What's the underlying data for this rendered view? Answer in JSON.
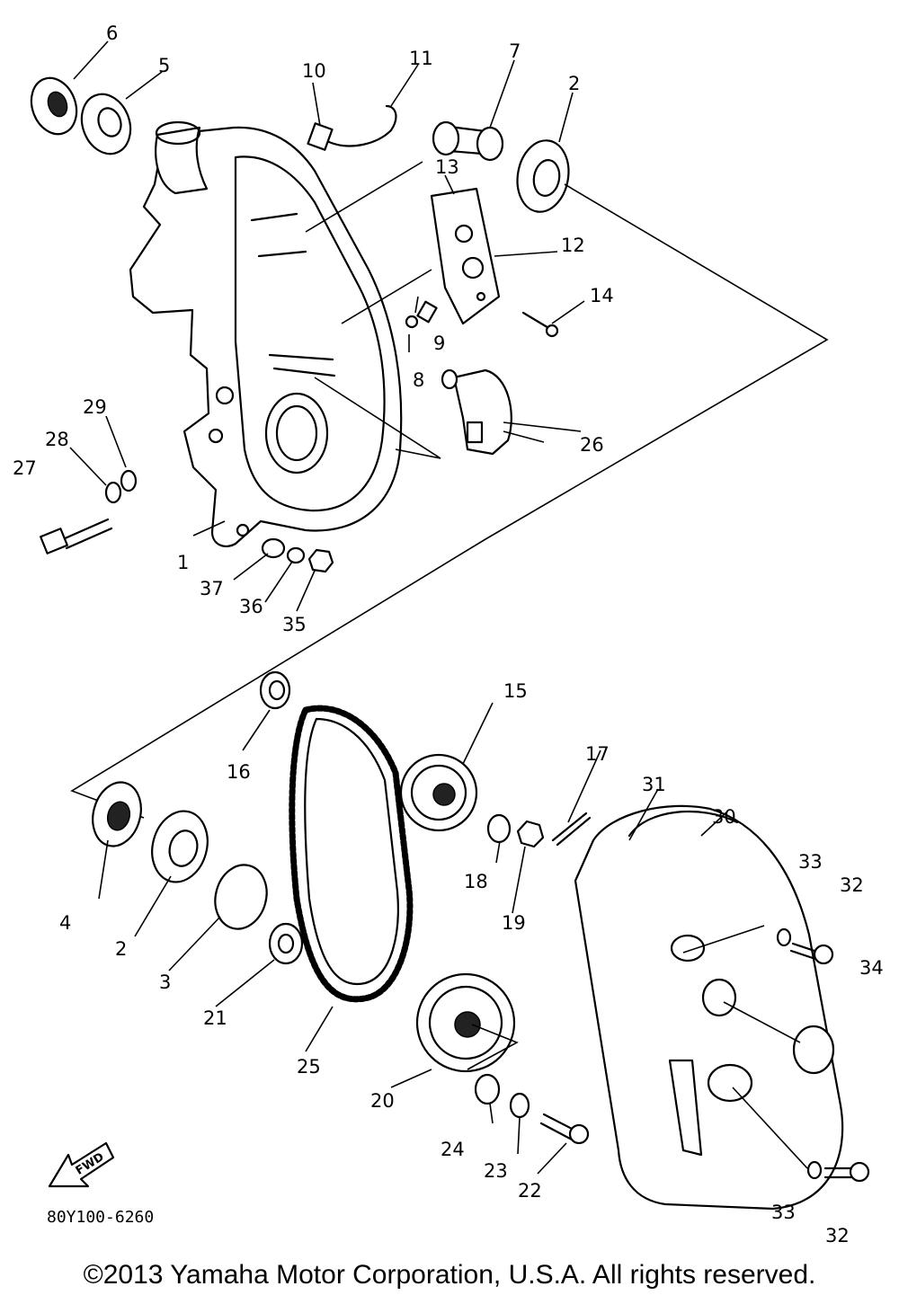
{
  "callouts": [
    "1",
    "2",
    "3",
    "4",
    "5",
    "6",
    "7",
    "8",
    "9",
    "10",
    "11",
    "12",
    "13",
    "14",
    "15",
    "16",
    "17",
    "18",
    "19",
    "20",
    "21",
    "22",
    "23",
    "24",
    "25",
    "26",
    "27",
    "28",
    "29",
    "30",
    "31",
    "32",
    "33",
    "34",
    "35",
    "36",
    "37"
  ],
  "diagram_code": "80Y100-6260",
  "fwd_label": "FWD",
  "copyright": "©2013 Yamaha Motor Corporation, U.S.A. All rights reserved."
}
